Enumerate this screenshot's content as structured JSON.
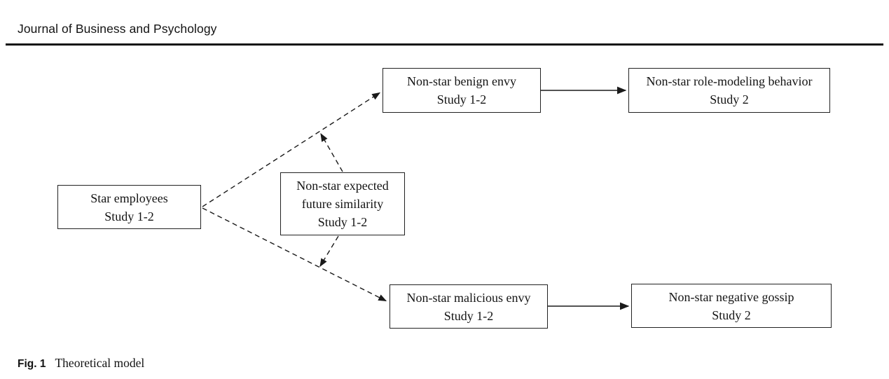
{
  "header": {
    "journal_title": "Journal of Business and Psychology"
  },
  "figure": {
    "caption_label": "Fig. 1",
    "caption_title": "Theoretical model"
  },
  "diagram": {
    "nodes": [
      {
        "id": "star-employees",
        "lines": [
          "Star employees",
          "Study 1-2"
        ]
      },
      {
        "id": "expected-future-similarity",
        "lines": [
          "Non-star expected",
          "future similarity",
          "Study 1-2"
        ]
      },
      {
        "id": "benign-envy",
        "lines": [
          "Non-star benign envy",
          "Study 1-2"
        ]
      },
      {
        "id": "role-modeling-behavior",
        "lines": [
          "Non-star role-modeling behavior",
          "Study 2"
        ]
      },
      {
        "id": "malicious-envy",
        "lines": [
          "Non-star malicious envy",
          "Study 1-2"
        ]
      },
      {
        "id": "negative-gossip",
        "lines": [
          "Non-star negative gossip",
          "Study 2"
        ]
      }
    ],
    "edges": [
      {
        "from": "star-employees",
        "to": "benign-envy",
        "style": "dashed",
        "type": "direct"
      },
      {
        "from": "star-employees",
        "to": "malicious-envy",
        "style": "dashed",
        "type": "direct"
      },
      {
        "from": "benign-envy",
        "to": "role-modeling-behavior",
        "style": "solid",
        "type": "direct"
      },
      {
        "from": "malicious-envy",
        "to": "negative-gossip",
        "style": "solid",
        "type": "direct"
      },
      {
        "from": "expected-future-similarity",
        "to": "path:star-to-benign",
        "style": "dashed",
        "type": "moderation"
      },
      {
        "from": "expected-future-similarity",
        "to": "path:star-to-malicious",
        "style": "dashed",
        "type": "moderation"
      }
    ],
    "colors": {
      "line": "#1a1a1a",
      "box_border": "#222222",
      "text": "#141414",
      "background": "#ffffff"
    }
  }
}
